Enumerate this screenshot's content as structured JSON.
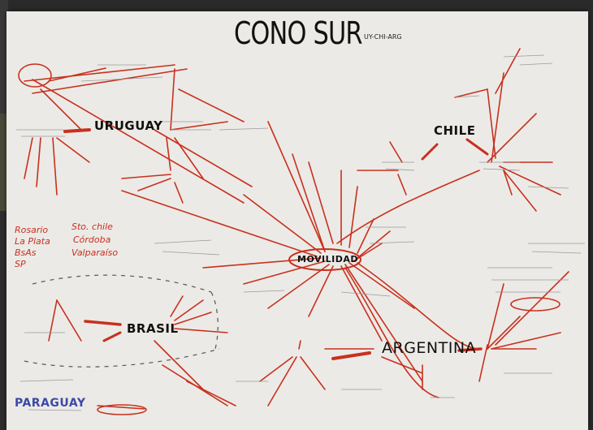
{
  "poster": {
    "title": "CONO SUR",
    "subtitle": "UY-CHI-ARG",
    "center": "MOVILIDAD",
    "countries": {
      "uruguay": "URUGUAY",
      "chile": "CHILE",
      "brasil": "BRASIL",
      "argentina": "ARGENTINA",
      "paraguay": "PARAGUAY"
    },
    "cities_left": [
      "Rosario",
      "La Plata",
      "BsAs",
      "SP"
    ],
    "cities_right": [
      "Sto. chile",
      "Córdoba",
      "Valparaíso"
    ]
  },
  "colors": {
    "ink_black": "#111111",
    "ink_red": "#c8301e",
    "ink_blue": "#3b4aa8",
    "paper": "#eceae6"
  }
}
